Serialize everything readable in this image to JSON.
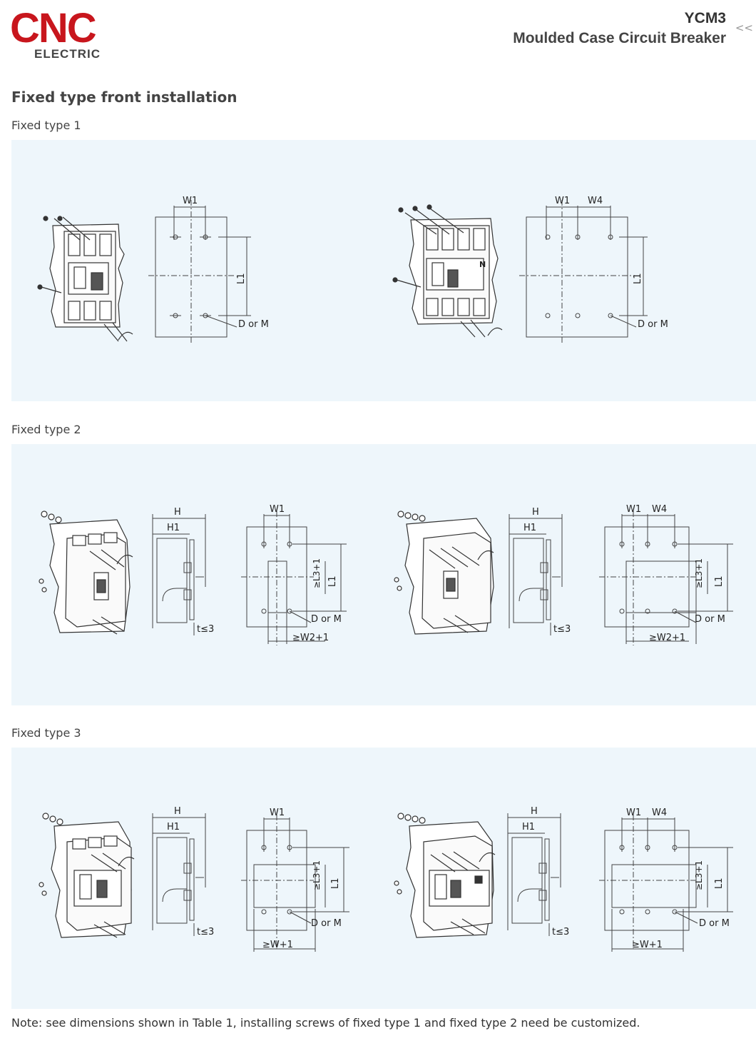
{
  "header": {
    "brand": "CNC",
    "brand_sub": "ELECTRIC",
    "model": "YCM3",
    "product_name": "Moulded Case Circuit Breaker",
    "nav_arrow": "<<"
  },
  "section_title": "Fixed type front installation",
  "types": [
    {
      "label": "Fixed type 1"
    },
    {
      "label": "Fixed type 2"
    },
    {
      "label": "Fixed type 3"
    }
  ],
  "dims": {
    "w1": "W1",
    "w4": "W4",
    "l1": "L1",
    "d_or_m": "D or M",
    "h": "H",
    "h1": "H1",
    "t3": "t≤3",
    "l3": "≥L3+1",
    "w2": "≥W2+1",
    "w": "≥W+1",
    "n": "N"
  },
  "note": "Note: see dimensions shown in Table 1, installing screws of fixed type 1 and fixed type 2 need be customized.",
  "colors": {
    "brand_red": "#c8161d",
    "panel_bg": "#eef6fb"
  }
}
